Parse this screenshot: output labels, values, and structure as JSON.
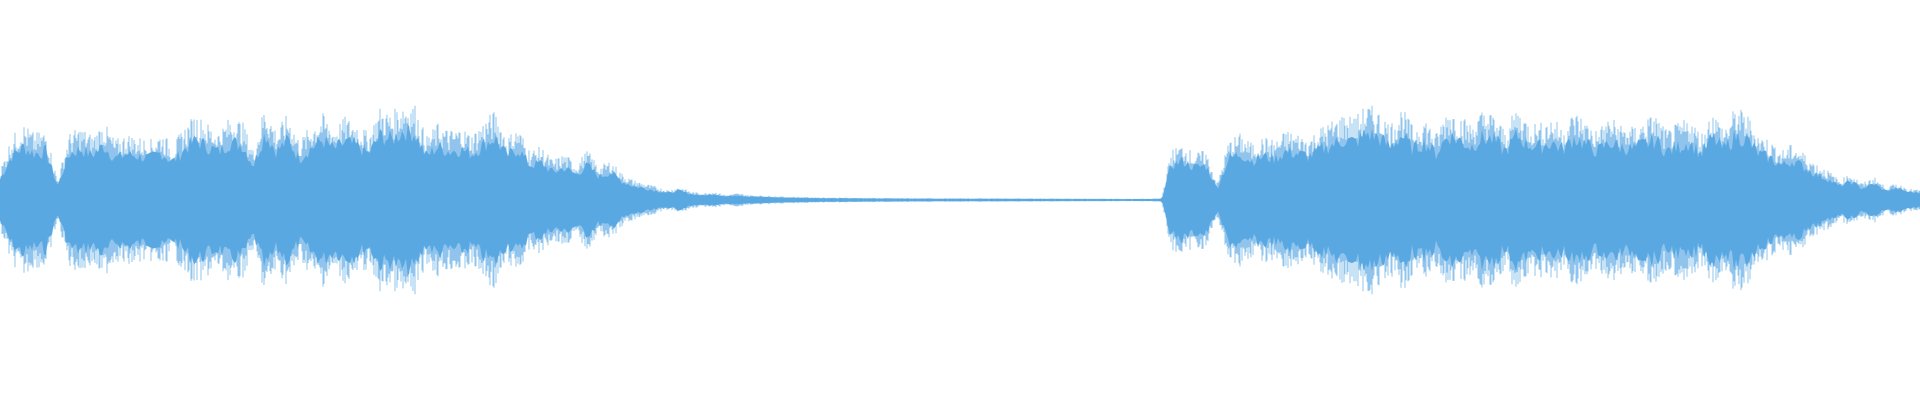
{
  "waveform": {
    "color": "#5aa8e2",
    "background": "#ffffff",
    "duration_fraction_per_point": 0.0066,
    "envelope": [
      [
        0.0,
        0.18
      ],
      [
        0.006,
        0.38
      ],
      [
        0.012,
        0.46
      ],
      [
        0.018,
        0.4
      ],
      [
        0.024,
        0.42
      ],
      [
        0.03,
        0.12
      ],
      [
        0.036,
        0.4
      ],
      [
        0.042,
        0.44
      ],
      [
        0.048,
        0.39
      ],
      [
        0.054,
        0.47
      ],
      [
        0.06,
        0.36
      ],
      [
        0.066,
        0.4
      ],
      [
        0.072,
        0.38
      ],
      [
        0.078,
        0.36
      ],
      [
        0.084,
        0.41
      ],
      [
        0.09,
        0.33
      ],
      [
        0.096,
        0.44
      ],
      [
        0.102,
        0.52
      ],
      [
        0.108,
        0.46
      ],
      [
        0.114,
        0.42
      ],
      [
        0.12,
        0.5
      ],
      [
        0.126,
        0.48
      ],
      [
        0.132,
        0.3
      ],
      [
        0.138,
        0.58
      ],
      [
        0.144,
        0.42
      ],
      [
        0.15,
        0.52
      ],
      [
        0.156,
        0.36
      ],
      [
        0.162,
        0.45
      ],
      [
        0.168,
        0.52
      ],
      [
        0.174,
        0.44
      ],
      [
        0.18,
        0.5
      ],
      [
        0.186,
        0.47
      ],
      [
        0.192,
        0.4
      ],
      [
        0.198,
        0.56
      ],
      [
        0.204,
        0.52
      ],
      [
        0.21,
        0.6
      ],
      [
        0.216,
        0.58
      ],
      [
        0.222,
        0.38
      ],
      [
        0.228,
        0.46
      ],
      [
        0.234,
        0.42
      ],
      [
        0.24,
        0.44
      ],
      [
        0.246,
        0.4
      ],
      [
        0.252,
        0.48
      ],
      [
        0.258,
        0.54
      ],
      [
        0.264,
        0.38
      ],
      [
        0.27,
        0.44
      ],
      [
        0.276,
        0.3
      ],
      [
        0.282,
        0.32
      ],
      [
        0.288,
        0.24
      ],
      [
        0.294,
        0.28
      ],
      [
        0.3,
        0.22
      ],
      [
        0.306,
        0.3
      ],
      [
        0.312,
        0.2
      ],
      [
        0.318,
        0.24
      ],
      [
        0.324,
        0.16
      ],
      [
        0.33,
        0.12
      ],
      [
        0.336,
        0.1
      ],
      [
        0.342,
        0.08
      ],
      [
        0.348,
        0.06
      ],
      [
        0.354,
        0.08
      ],
      [
        0.36,
        0.05
      ],
      [
        0.366,
        0.04
      ],
      [
        0.372,
        0.05
      ],
      [
        0.378,
        0.03
      ],
      [
        0.384,
        0.04
      ],
      [
        0.39,
        0.03
      ],
      [
        0.4,
        0.025
      ],
      [
        0.41,
        0.02
      ],
      [
        0.42,
        0.018
      ],
      [
        0.43,
        0.015
      ],
      [
        0.44,
        0.014
      ],
      [
        0.46,
        0.012
      ],
      [
        0.48,
        0.011
      ],
      [
        0.5,
        0.01
      ],
      [
        0.52,
        0.01
      ],
      [
        0.54,
        0.009
      ],
      [
        0.56,
        0.009
      ],
      [
        0.58,
        0.008
      ],
      [
        0.6,
        0.008
      ],
      [
        0.605,
        0.01
      ],
      [
        0.61,
        0.3
      ],
      [
        0.616,
        0.34
      ],
      [
        0.622,
        0.28
      ],
      [
        0.628,
        0.3
      ],
      [
        0.634,
        0.1
      ],
      [
        0.64,
        0.36
      ],
      [
        0.646,
        0.4
      ],
      [
        0.652,
        0.34
      ],
      [
        0.658,
        0.38
      ],
      [
        0.664,
        0.36
      ],
      [
        0.67,
        0.42
      ],
      [
        0.676,
        0.4
      ],
      [
        0.682,
        0.38
      ],
      [
        0.688,
        0.44
      ],
      [
        0.694,
        0.48
      ],
      [
        0.7,
        0.52
      ],
      [
        0.706,
        0.5
      ],
      [
        0.712,
        0.58
      ],
      [
        0.718,
        0.54
      ],
      [
        0.724,
        0.46
      ],
      [
        0.73,
        0.56
      ],
      [
        0.736,
        0.44
      ],
      [
        0.742,
        0.5
      ],
      [
        0.748,
        0.4
      ],
      [
        0.754,
        0.56
      ],
      [
        0.76,
        0.52
      ],
      [
        0.766,
        0.46
      ],
      [
        0.772,
        0.54
      ],
      [
        0.778,
        0.52
      ],
      [
        0.784,
        0.42
      ],
      [
        0.79,
        0.56
      ],
      [
        0.796,
        0.48
      ],
      [
        0.802,
        0.46
      ],
      [
        0.808,
        0.5
      ],
      [
        0.814,
        0.44
      ],
      [
        0.82,
        0.54
      ],
      [
        0.826,
        0.48
      ],
      [
        0.832,
        0.42
      ],
      [
        0.838,
        0.5
      ],
      [
        0.844,
        0.46
      ],
      [
        0.85,
        0.44
      ],
      [
        0.856,
        0.48
      ],
      [
        0.862,
        0.52
      ],
      [
        0.868,
        0.42
      ],
      [
        0.874,
        0.46
      ],
      [
        0.88,
        0.5
      ],
      [
        0.886,
        0.4
      ],
      [
        0.892,
        0.54
      ],
      [
        0.898,
        0.44
      ],
      [
        0.904,
        0.56
      ],
      [
        0.91,
        0.52
      ],
      [
        0.916,
        0.4
      ],
      [
        0.922,
        0.36
      ],
      [
        0.928,
        0.3
      ],
      [
        0.934,
        0.34
      ],
      [
        0.94,
        0.28
      ],
      [
        0.946,
        0.22
      ],
      [
        0.952,
        0.18
      ],
      [
        0.958,
        0.12
      ],
      [
        0.964,
        0.16
      ],
      [
        0.97,
        0.1
      ],
      [
        0.976,
        0.14
      ],
      [
        0.982,
        0.08
      ],
      [
        0.988,
        0.1
      ],
      [
        0.994,
        0.07
      ],
      [
        1.0,
        0.06
      ]
    ]
  }
}
